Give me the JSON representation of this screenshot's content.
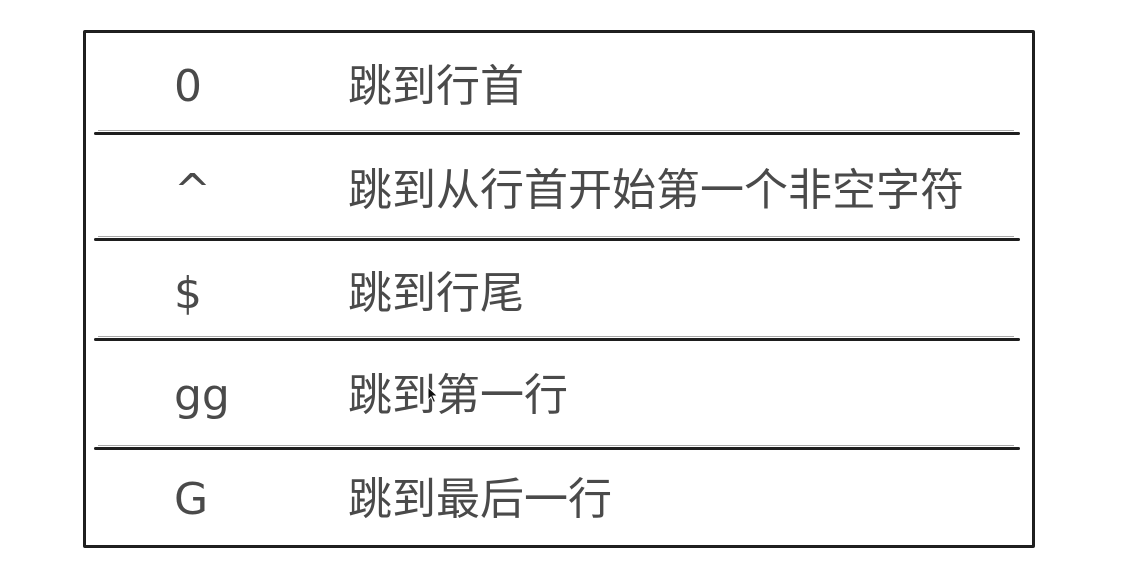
{
  "rows": [
    {
      "key": "0",
      "description": "跳到行首"
    },
    {
      "key": "^",
      "description": "跳到从行首开始第一个非空字符"
    },
    {
      "key": "$",
      "description": "跳到行尾"
    },
    {
      "key": "gg",
      "description": "跳到第一行"
    },
    {
      "key": "G",
      "description": "跳到最后一行"
    }
  ]
}
